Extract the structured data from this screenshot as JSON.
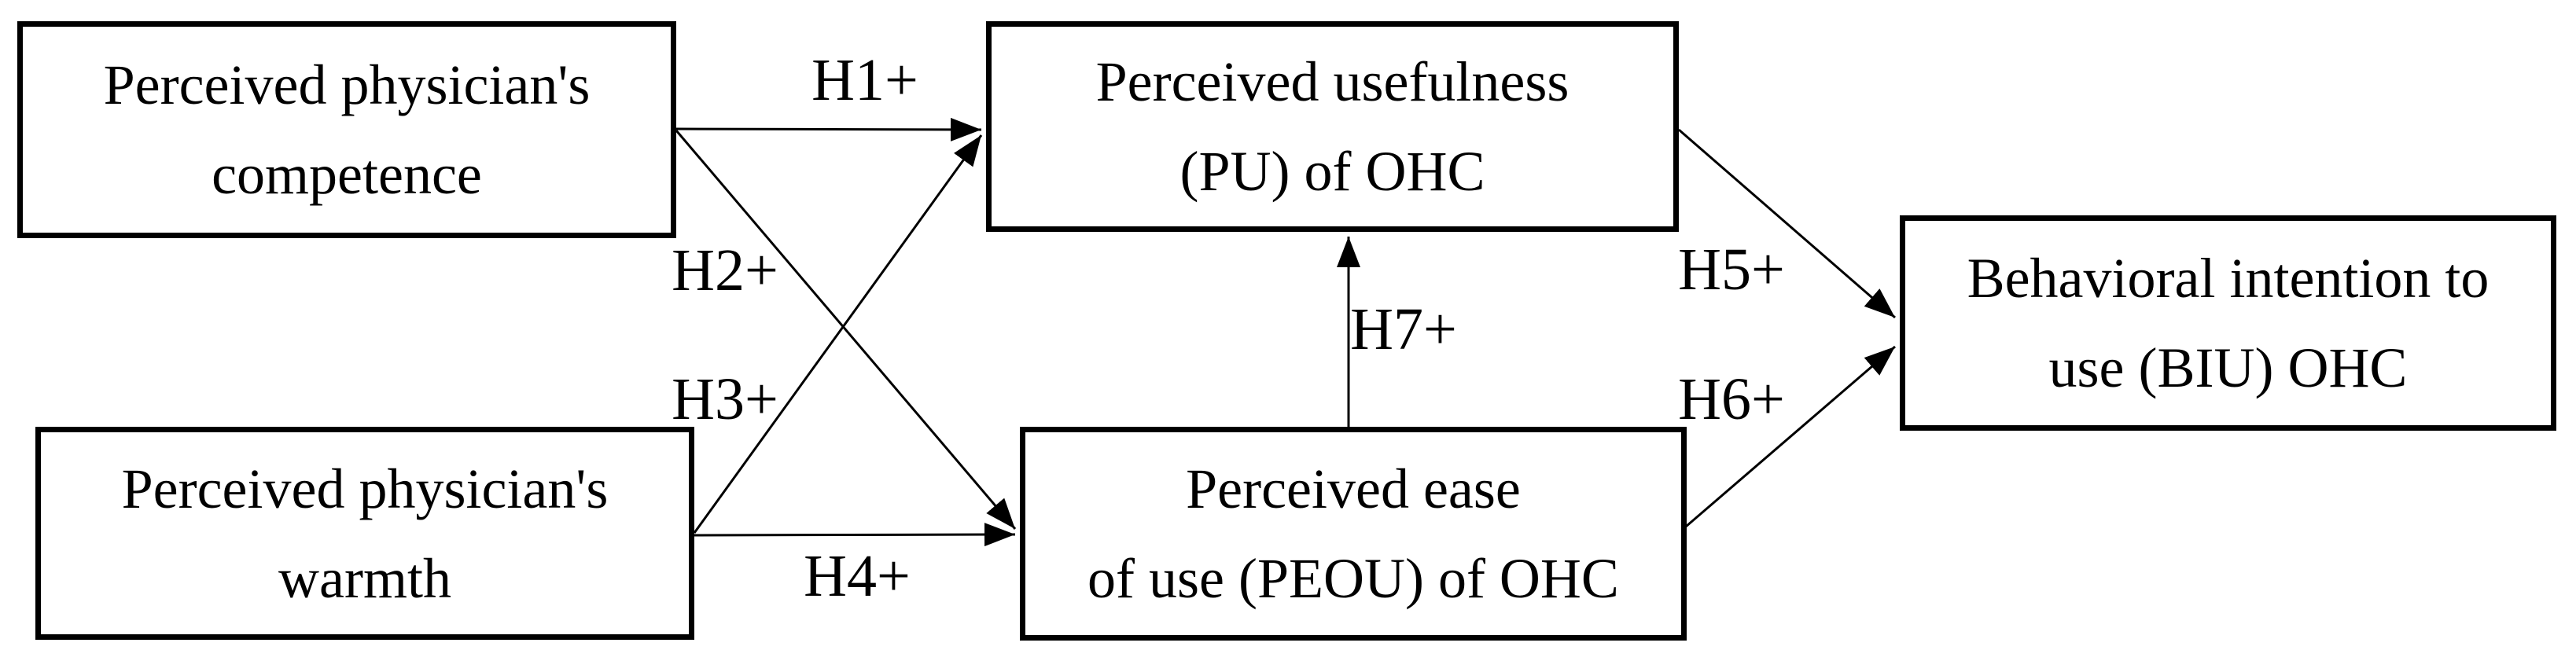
{
  "diagram": {
    "background_color": "#ffffff",
    "line_color": "#000000",
    "nodes": {
      "competence": {
        "line1": "Perceived physician's",
        "line2": "competence"
      },
      "warmth": {
        "line1": "Perceived physician's",
        "line2": "warmth"
      },
      "pu": {
        "line1": "Perceived usefulness",
        "line2": "(PU) of OHC"
      },
      "peou": {
        "line1": "Perceived ease",
        "line2": "of use (PEOU) of OHC"
      },
      "biu": {
        "line1": "Behavioral intention to",
        "line2": "use (BIU) OHC"
      }
    },
    "edges": {
      "h1": {
        "label": "H1+",
        "from": "competence",
        "to": "pu"
      },
      "h2": {
        "label": "H2+",
        "from": "warmth",
        "to": "pu"
      },
      "h3": {
        "label": "H3+",
        "from": "competence",
        "to": "peou"
      },
      "h4": {
        "label": "H4+",
        "from": "warmth",
        "to": "peou"
      },
      "h5": {
        "label": "H5+",
        "from": "pu",
        "to": "biu"
      },
      "h6": {
        "label": "H6+",
        "from": "peou",
        "to": "biu"
      },
      "h7": {
        "label": "H7+",
        "from": "peou",
        "to": "pu"
      }
    }
  }
}
